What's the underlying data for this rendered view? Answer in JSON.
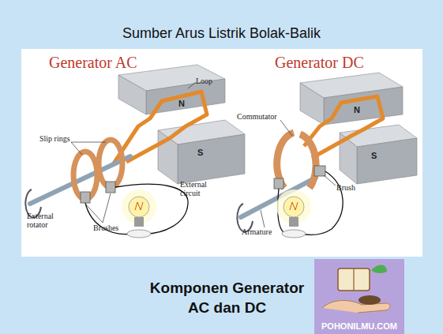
{
  "diagram": {
    "title": "Sumber Arus Listrik Bolak-Balik",
    "caption": "Komponen Generator AC dan DC",
    "nodes": [
      {
        "text": [
          "POHONILMU.COM"
        ]
      }
    ],
    "labels": [
      "Generator AC",
      "Generator DC",
      "Loop",
      "N",
      "S",
      "Slip rings",
      "External rotator",
      "Brushes",
      "External circuit",
      "Commutator",
      "N",
      "S",
      "Brush",
      "Armature"
    ]
  }
}
